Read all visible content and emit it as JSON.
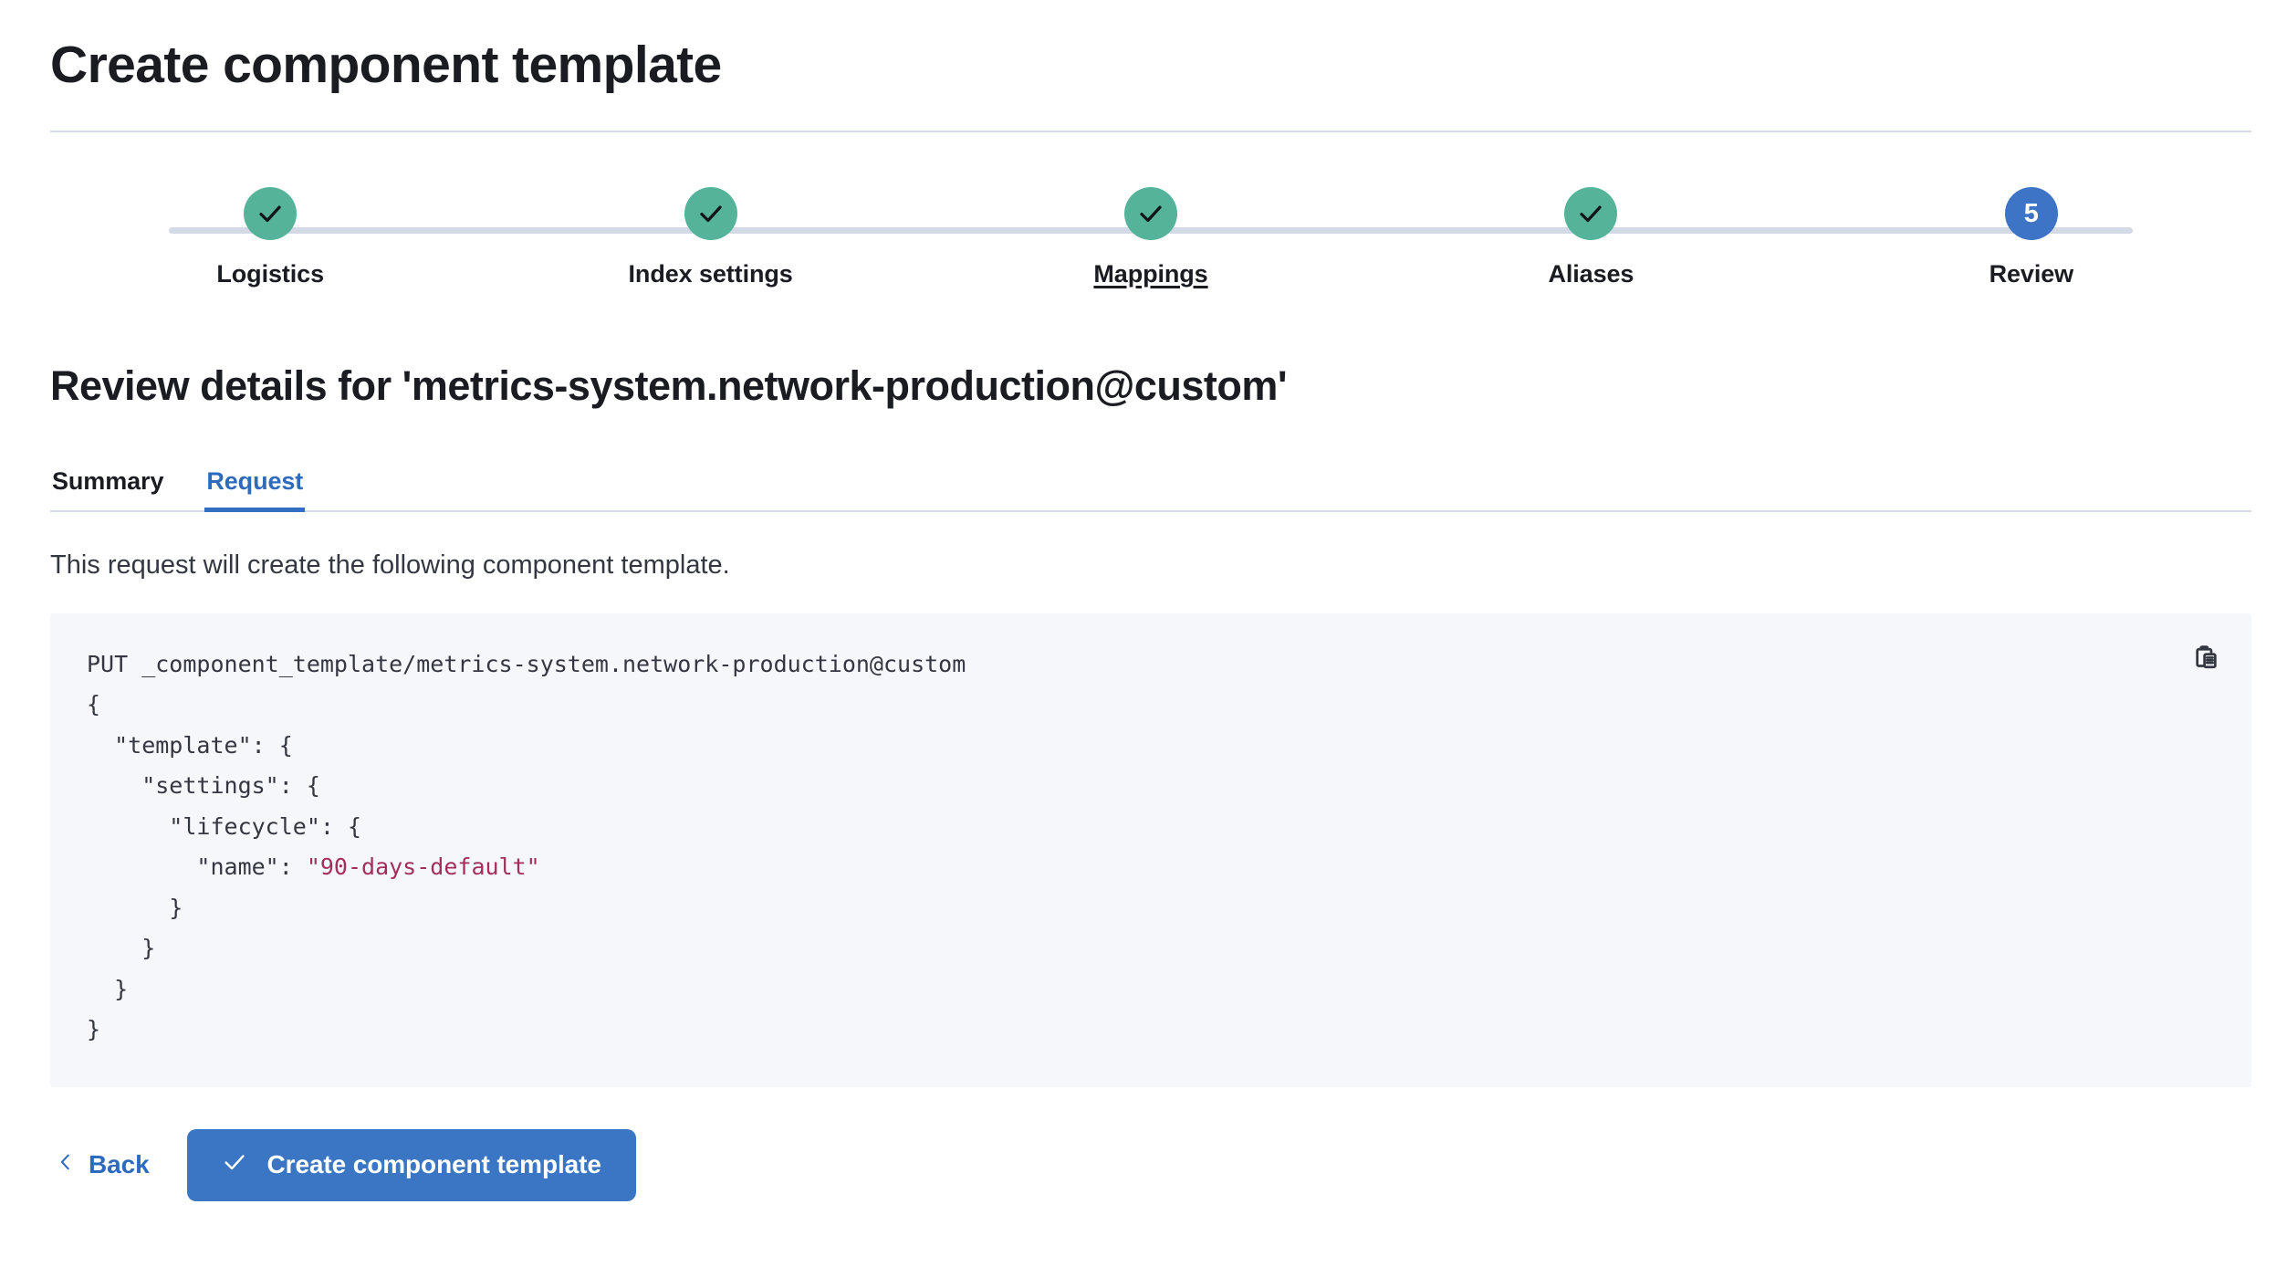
{
  "header": {
    "title": "Create component template"
  },
  "stepper": {
    "steps": [
      {
        "label": "Logistics",
        "state": "complete",
        "icon": "check-icon",
        "hovered": false
      },
      {
        "label": "Index settings",
        "state": "complete",
        "icon": "check-icon",
        "hovered": false
      },
      {
        "label": "Mappings",
        "state": "complete",
        "icon": "check-icon",
        "hovered": true
      },
      {
        "label": "Aliases",
        "state": "complete",
        "icon": "check-icon",
        "hovered": false
      },
      {
        "label": "Review",
        "state": "current",
        "number": "5",
        "hovered": false
      }
    ],
    "complete_color": "#54b399",
    "current_color": "#3d74c5",
    "line_color": "#d3dae6"
  },
  "main": {
    "heading": "Review details for 'metrics-system.network-production@custom'",
    "tabs": [
      {
        "label": "Summary",
        "active": false
      },
      {
        "label": "Request",
        "active": true
      }
    ],
    "description": "This request will create the following component template.",
    "code": {
      "method_line": "PUT _component_template/metrics-system.network-production@custom",
      "line_open_root": "{",
      "line_template": "  \"template\": {",
      "line_settings": "    \"settings\": {",
      "line_lifecycle": "      \"lifecycle\": {",
      "line_name_key": "        \"name\": ",
      "line_name_value": "\"90-days-default\"",
      "line_close_1": "      }",
      "line_close_2": "    }",
      "line_close_3": "  }",
      "line_close_4": "}",
      "copy_icon": "copy-clipboard-icon",
      "string_color": "#a32e5c",
      "background_color": "#f5f7fa"
    }
  },
  "footer": {
    "back_label": "Back",
    "back_icon": "chevron-left-icon",
    "submit_label": "Create component template",
    "submit_icon": "check-icon",
    "submit_color": "#3a76c4"
  }
}
